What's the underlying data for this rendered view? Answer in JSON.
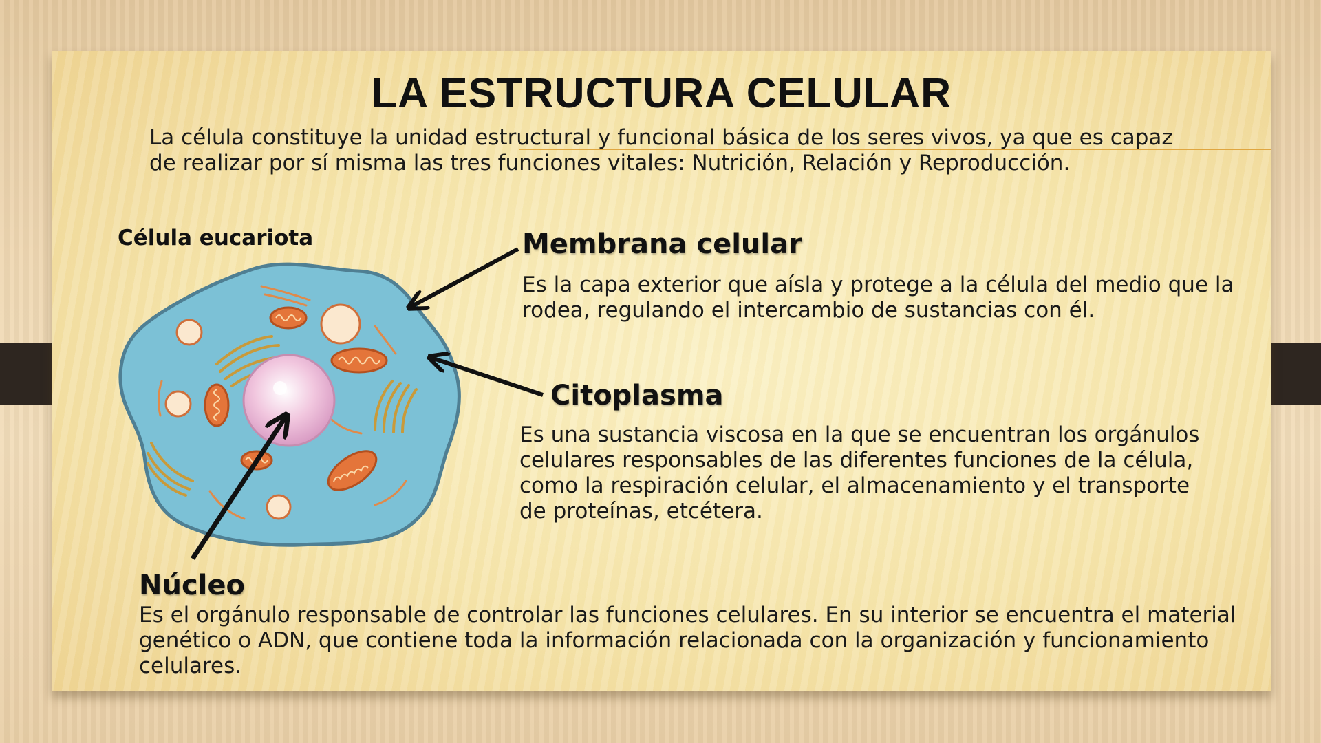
{
  "slide": {
    "title": "LA ESTRUCTURA CELULAR",
    "intro": "La célula constituye la unidad estructural y funcional básica de los seres vivos, ya que es capaz de realizar por sí misma las tres funciones vitales: Nutrición, Relación y Reproducción.",
    "cell_caption": "Célula eucariota"
  },
  "parts": {
    "membrana": {
      "label": "Membrana celular",
      "description": "Es la capa exterior que aísla y protege a la célula del medio que la rodea, regulando el intercambio de sustancias con él."
    },
    "citoplasma": {
      "label": "Citoplasma",
      "description": "Es una sustancia viscosa en la que se encuentran los orgánulos celulares responsables de las diferentes funciones de la célula, como la respiración celular, el almacenamiento y el transporte de proteínas, etcétera."
    },
    "nucleo": {
      "label": "Núcleo",
      "description": "Es el orgánulo responsable de controlar las funciones celulares. En su interior se encuentra el material genético o ADN, que contiene toda la información relacionada con la organización y funcionamiento celulares."
    }
  },
  "colors": {
    "cytoplasm": "#7cc1d6",
    "membrane": "#4f7f93",
    "nucleus": "#f1c6de",
    "organelle": "#e4753a",
    "arrow": "#111111"
  }
}
